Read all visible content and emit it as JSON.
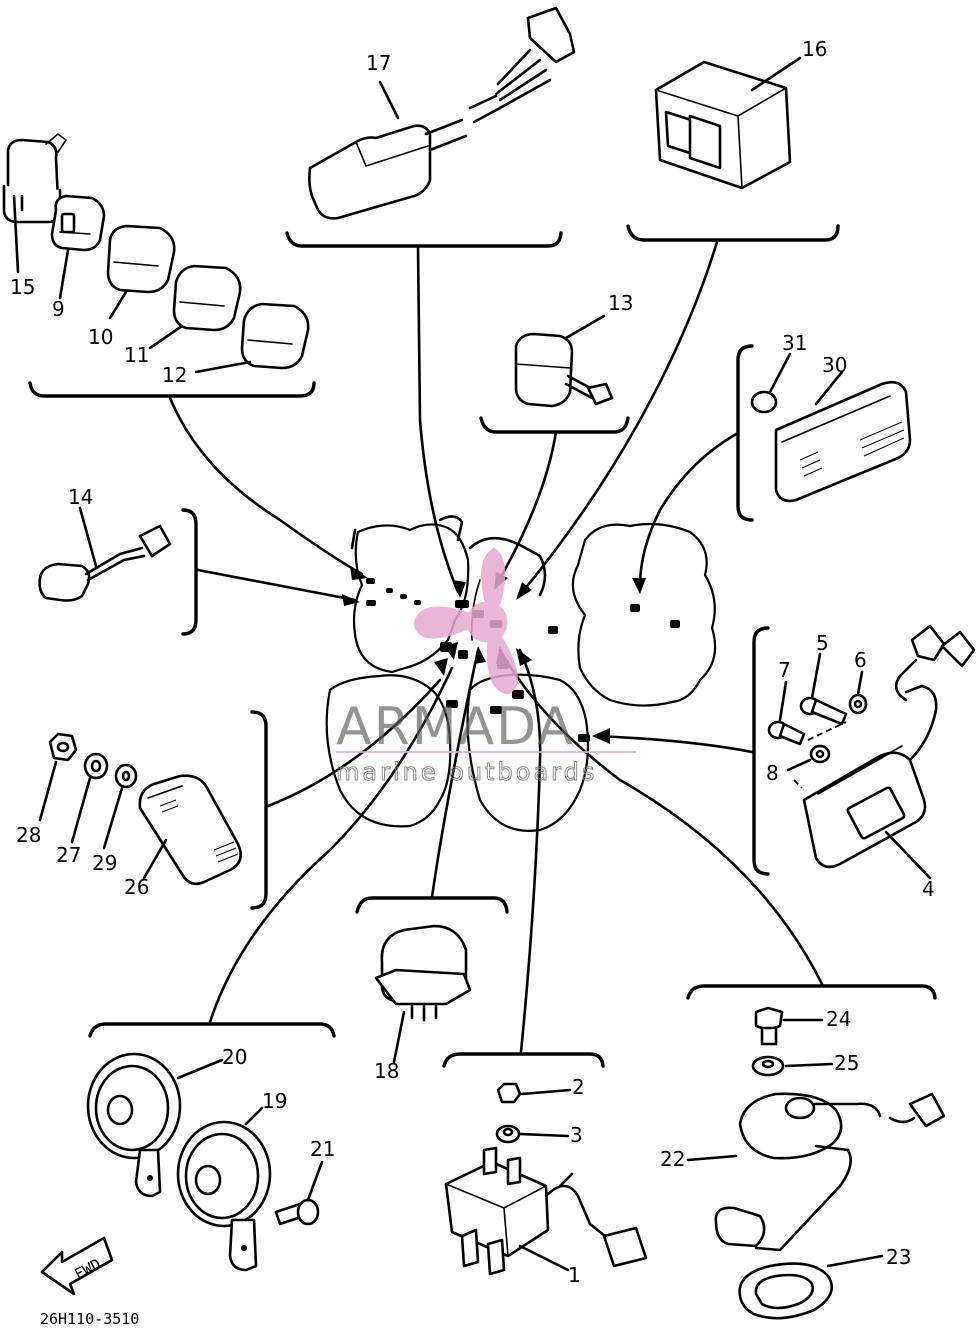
{
  "drawing_code": "26H110-3510",
  "fwd_label": "FWD",
  "watermark": {
    "brand": "ARMADA",
    "tagline": "marine outboards",
    "color": "#e7a9cf"
  },
  "callouts": {
    "c1": "1",
    "c2": "2",
    "c3": "3",
    "c4": "4",
    "c5": "5",
    "c6": "6",
    "c7": "7",
    "c8": "8",
    "c9": "9",
    "c10": "10",
    "c11": "11",
    "c12": "12",
    "c13": "13",
    "c14": "14",
    "c15": "15",
    "c16": "16",
    "c17": "17",
    "c18": "18",
    "c19": "19",
    "c20": "20",
    "c21": "21",
    "c22": "22",
    "c23": "23",
    "c24": "24",
    "c25": "25",
    "c26": "26",
    "c27": "27",
    "c28": "28",
    "c29": "29",
    "c30": "30",
    "c31": "31"
  }
}
